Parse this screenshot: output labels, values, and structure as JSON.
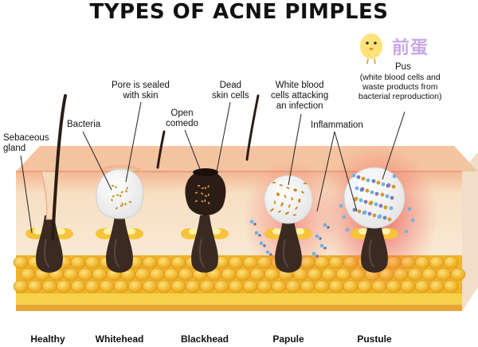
{
  "title": "TYPES OF ACNE PIMPLES",
  "watermark": {
    "text": "前蛋",
    "icon": "chick-icon"
  },
  "labels": {
    "sebaceous_gland": "Sebaceous\ngland",
    "bacteria": "Bacteria",
    "pore_sealed": "Pore is sealed\nwith skin",
    "open_comedo": "Open\ncomedo",
    "dead_skin": "Dead\nskin cells",
    "white_blood": "White blood\ncells attacking\nan infection",
    "inflammation": "Inflammation",
    "pus": "Pus",
    "pus_desc": "(white blood cells and\nwaste products from\nbacterial reproduction)"
  },
  "stages": [
    "Healthy",
    "Whitehead",
    "Blackhead",
    "Papule",
    "Pustule"
  ],
  "colors": {
    "skin_top": "#f6c8a3",
    "skin_mid": "#f7e6c9",
    "fat": "#f2b62a",
    "dermis_base": "#f4d34b",
    "hair": "#2b1d16",
    "follicle": "#3a2a22",
    "inflammation": "#f25c5c"
  }
}
